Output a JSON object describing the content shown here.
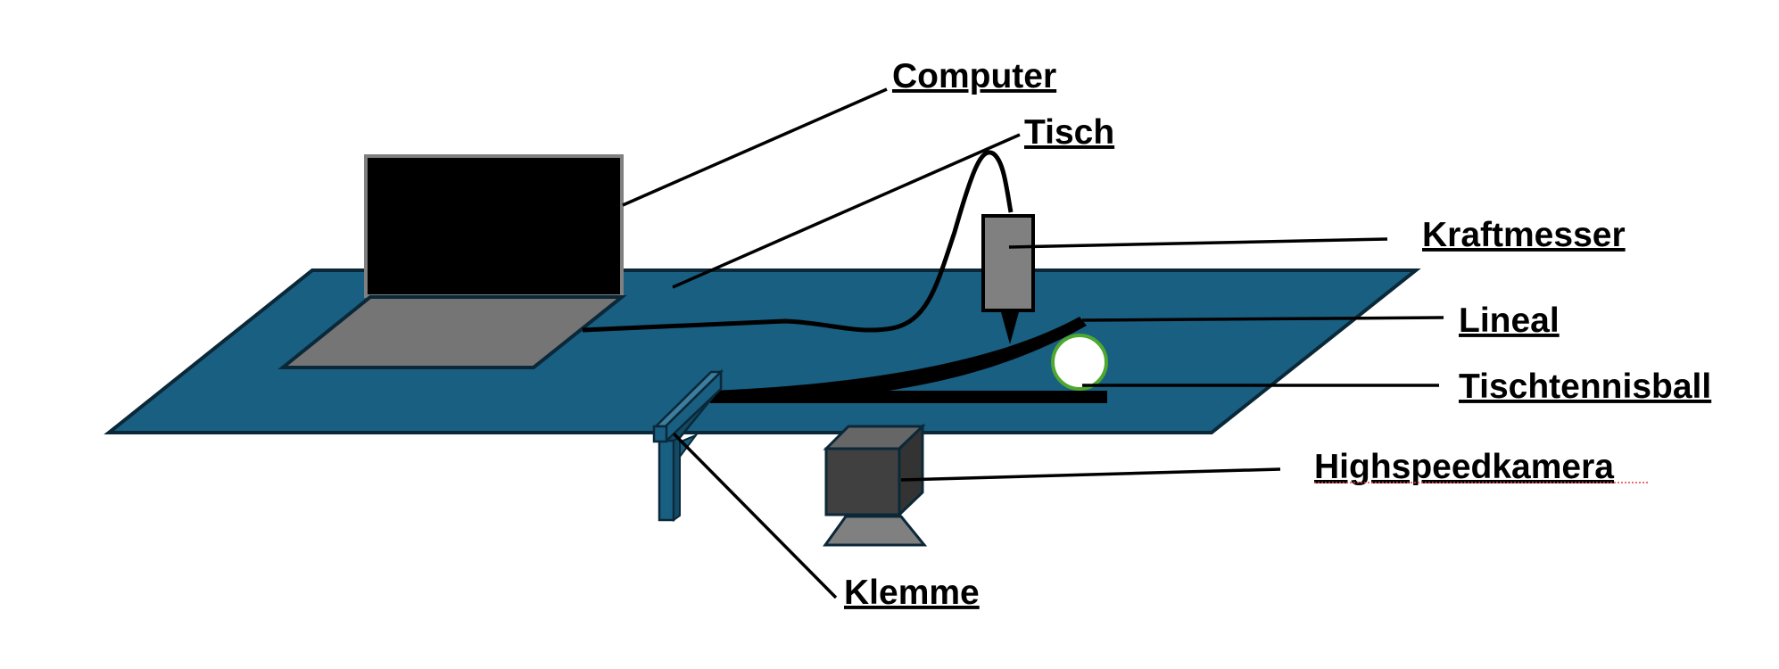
{
  "title": "Versuchsaufbau",
  "colors": {
    "table": "#185F82",
    "table_stroke": "#0B2838",
    "laptop_screen": "#000000",
    "laptop_bezel": "#808080",
    "laptop_keyboard": "#757575",
    "force_meter": "#808080",
    "ball_fill": "#FFFFFF",
    "ball_stroke": "#4EA72E",
    "camera_front": "#404040",
    "camera_top": "#666666",
    "camera_side": "#333333",
    "camera_base": "#808080",
    "clamp": "#185F82",
    "clamp_light": "#3D7D9E",
    "clamp_dark": "#124A66"
  },
  "labels": {
    "computer": "Computer",
    "tisch": "Tisch",
    "kraftmesser": "Kraftmesser",
    "lineal": "Lineal",
    "tischtennisball": "Tischtennisball",
    "highspeedkamera": "Highspeedkamera",
    "klemme": "Klemme"
  }
}
